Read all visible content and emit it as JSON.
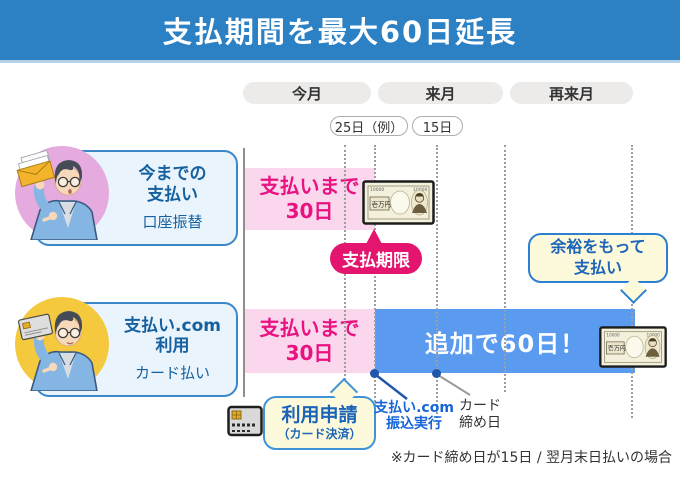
{
  "header": {
    "title": "支払期間を最大60日延長"
  },
  "timeline": {
    "months": [
      {
        "label": "今月"
      },
      {
        "label": "来月"
      },
      {
        "label": "再来月"
      }
    ],
    "dates": [
      {
        "label": "25日（例）"
      },
      {
        "label": "15日"
      }
    ]
  },
  "profiles": [
    {
      "title_line1": "今までの",
      "title_line2": "支払い",
      "subtitle": "口座振替",
      "avatar": "man-holding-envelopes",
      "circle_color": "#e5abdf"
    },
    {
      "title_line1": "支払い.com",
      "title_line2": "利用",
      "subtitle": "カード払い",
      "avatar": "man-holding-credit-card",
      "circle_color": "#f5c93e"
    }
  ],
  "bars": {
    "row1_pink": {
      "line1": "支払いまで",
      "line2": "30日"
    },
    "row2_pink": {
      "line1": "支払いまで",
      "line2": "30日"
    },
    "row2_blue": {
      "label": "追加で60日！"
    }
  },
  "callouts": {
    "deadline": {
      "label": "支払期限"
    },
    "relaxed": {
      "line1": "余裕をもって",
      "line2": "支払い"
    },
    "application": {
      "line1": "利用申請",
      "line2": "（カード決済）"
    },
    "transfer": {
      "line1": "支払い.com",
      "line2": "振込実行"
    },
    "card_closing": {
      "line1": "カード",
      "line2": "締め日"
    }
  },
  "bill": {
    "label": "壱万円",
    "corner": "10000"
  },
  "footnote": "※カード締め日が15日 / 翌月末日払いの場合",
  "colors": {
    "header_bg": "#2c80c4",
    "pink_bar": "#fbd7ee",
    "magenta_text": "#e81380",
    "deadline_bubble": "#e3156e",
    "blue_bar": "#5b9bef",
    "callout_bg": "#fdfadb",
    "callout_border": "#2f7fd0",
    "blue_text": "#1c64b8",
    "profile_border": "#3b87c8",
    "profile_bg": "#eaf4fc",
    "avatar_circle_pink": "#e5abdf",
    "avatar_circle_yellow": "#f5c93e"
  }
}
